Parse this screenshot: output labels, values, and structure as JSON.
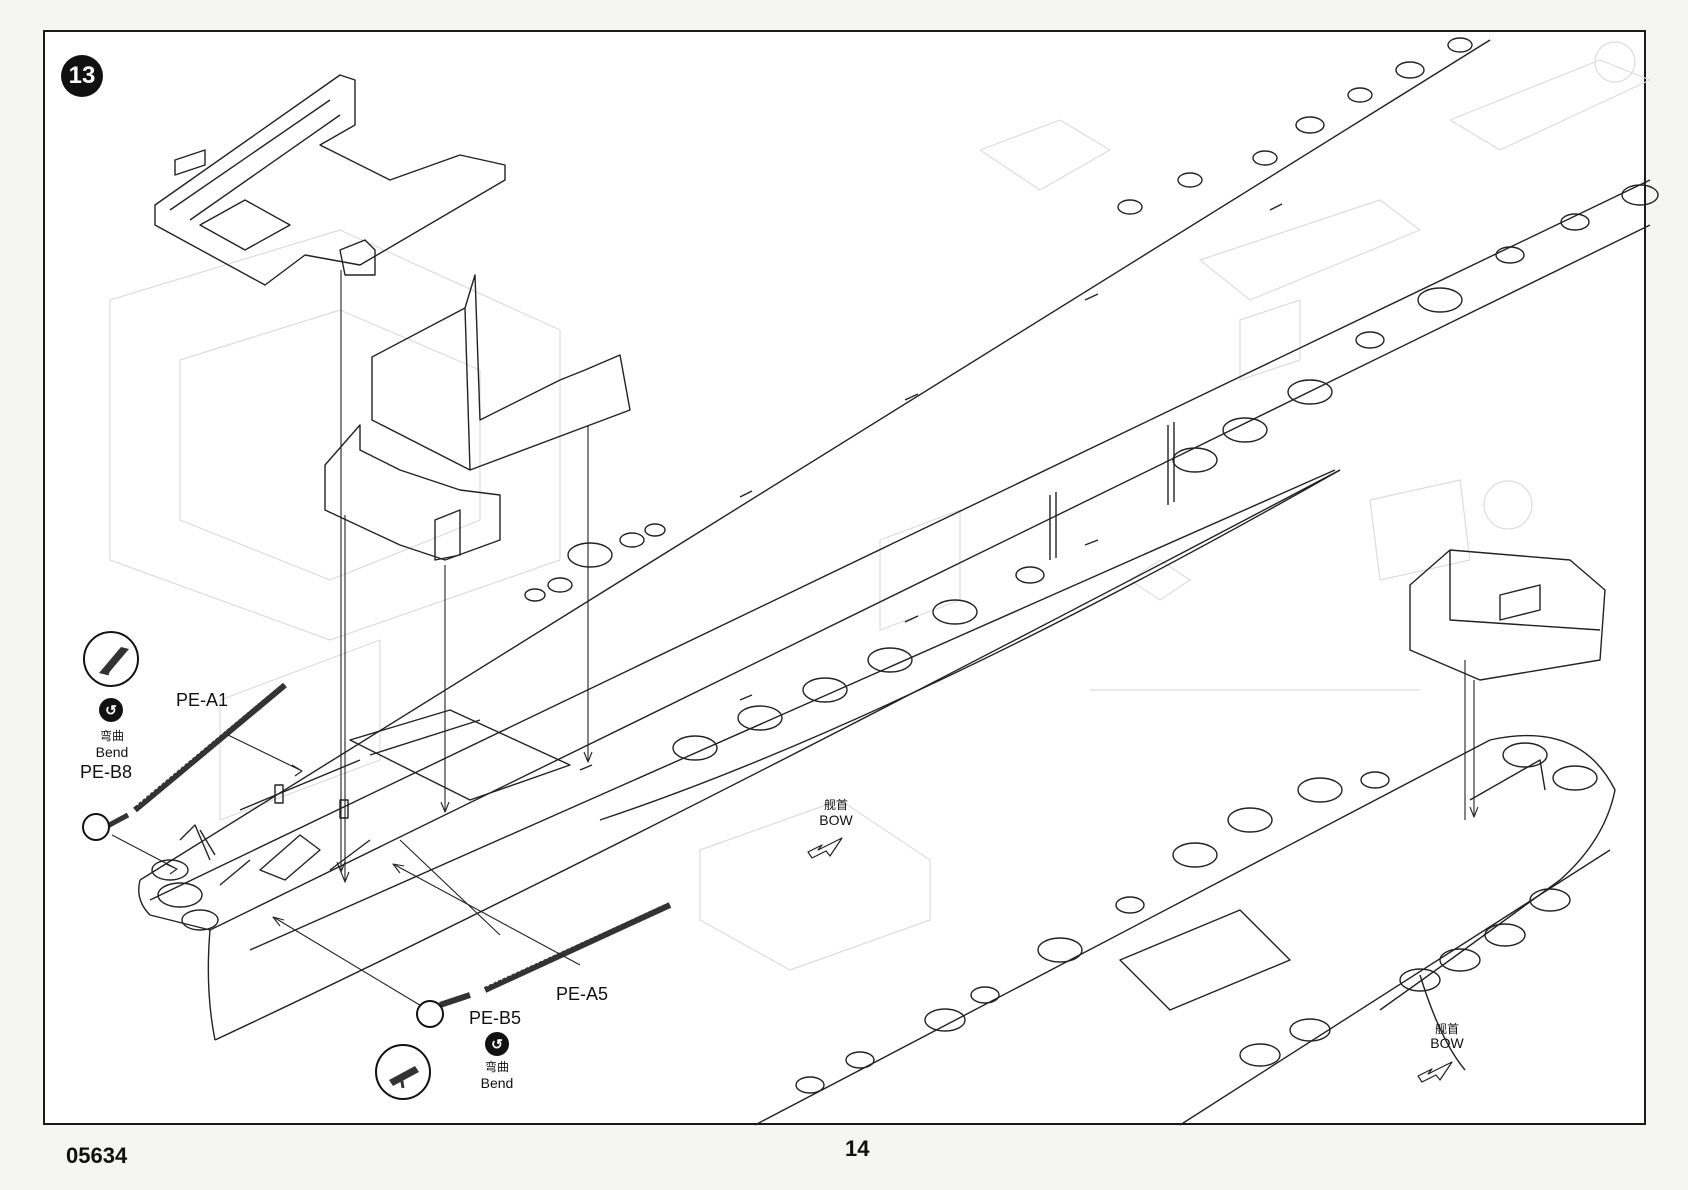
{
  "step": {
    "number": "13"
  },
  "labels": {
    "pe_a1": "PE-A1",
    "pe_b8": "PE-B8",
    "pe_b5": "PE-B5",
    "pe_a5": "PE-A5",
    "bend_cn_1": "弯曲",
    "bend_en_1": "Bend",
    "bend_cn_2": "弯曲",
    "bend_en_2": "Bend",
    "bow_cn_1": "舰首",
    "bow_en_1": "BOW",
    "bow_cn_2": "舰首",
    "bow_en_2": "BOW"
  },
  "footer": {
    "product_code": "05634",
    "page_number": "14"
  },
  "colors": {
    "line": "#222222",
    "faint": "#d9d9d9",
    "badge": "#111111"
  },
  "icons": {
    "step_badge": "step-number-badge",
    "bend": "bend-arrow-icon",
    "bow": "bow-direction-arrow-icon"
  }
}
